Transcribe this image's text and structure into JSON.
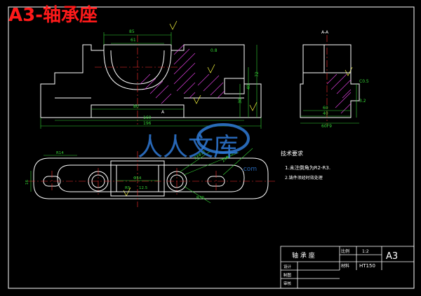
{
  "banner": {
    "title": "A3-轴承座"
  },
  "colors": {
    "background": "#000000",
    "outline": "#ffffff",
    "dimension": "#35d435",
    "hatch": "#e040e0",
    "centerline": "#ff3030",
    "yellow": "#ffff40",
    "title_red": "#ff1a1a",
    "watermark": "#2f7ad6"
  },
  "drawing": {
    "front_view": {
      "dims_top": [
        "85",
        "61"
      ],
      "dims_bottom": [
        "80",
        "160",
        "196"
      ],
      "dims_right": [
        "72",
        "40",
        "30"
      ],
      "section_label": "A",
      "tolerance": "0.8"
    },
    "side_view": {
      "title": "A-A",
      "dims": [
        "60",
        "40",
        "60F9",
        "C0.5",
        "3.2"
      ]
    },
    "top_view": {
      "dims": [
        "R14",
        "16",
        "Φ54",
        "2XΦ12",
        "R5",
        "12.5",
        "2XΦ15",
        "R20"
      ]
    },
    "watermark": {
      "text": "人人文库",
      "url": ".com"
    }
  },
  "tech_notes": {
    "heading": "技术要求",
    "items": [
      "1.未注倒角为R2-R3.",
      "2.铸件须经时效处理"
    ]
  },
  "title_block": {
    "part_name": "轴 承 座",
    "scale_label": "比例",
    "scale_value": "1:2",
    "material_label": "材料",
    "material_value": "HT150",
    "sheet_size": "A3",
    "rows": [
      "设计",
      "制图",
      "审核"
    ]
  }
}
